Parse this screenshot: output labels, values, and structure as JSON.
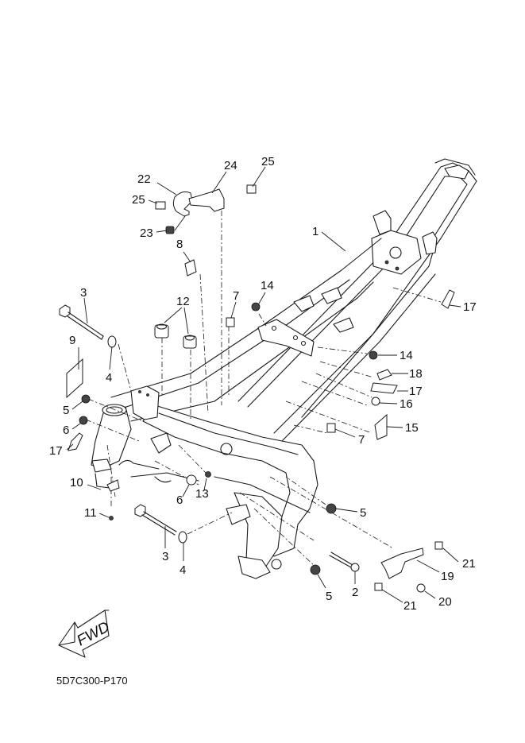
{
  "diagram": {
    "title": "Frame parts exploded view",
    "diagram_code": "5D7C300-P170",
    "direction_indicator": "FWD",
    "callouts": [
      {
        "id": "c1",
        "label": "1",
        "part": "frame body"
      },
      {
        "id": "c2",
        "label": "2",
        "part": "bolt"
      },
      {
        "id": "c3a",
        "label": "3",
        "part": "long bolt (upper)"
      },
      {
        "id": "c3b",
        "label": "3",
        "part": "long bolt (lower)"
      },
      {
        "id": "c4a",
        "label": "4",
        "part": "washer (upper)"
      },
      {
        "id": "c4b",
        "label": "4",
        "part": "washer (lower)"
      },
      {
        "id": "c5a",
        "label": "5",
        "part": "nut (left)"
      },
      {
        "id": "c5b",
        "label": "5",
        "part": "nut (right upper)"
      },
      {
        "id": "c5c",
        "label": "5",
        "part": "nut (right lower)"
      },
      {
        "id": "c6a",
        "label": "6",
        "part": "collar (left)"
      },
      {
        "id": "c6b",
        "label": "6",
        "part": "cap"
      },
      {
        "id": "c7a",
        "label": "7",
        "part": "clip nut (upper)"
      },
      {
        "id": "c7b",
        "label": "7",
        "part": "clip nut (lower)"
      },
      {
        "id": "c8",
        "label": "8",
        "part": "clip"
      },
      {
        "id": "c9",
        "label": "9",
        "part": "label plate"
      },
      {
        "id": "c10",
        "label": "10",
        "part": "lead wire bracket"
      },
      {
        "id": "c11",
        "label": "11",
        "part": "screw"
      },
      {
        "id": "c12",
        "label": "12",
        "part": "collars"
      },
      {
        "id": "c13",
        "label": "13",
        "part": "nut"
      },
      {
        "id": "c14a",
        "label": "14",
        "part": "nut (upper)"
      },
      {
        "id": "c14b",
        "label": "14",
        "part": "nut (right)"
      },
      {
        "id": "c15",
        "label": "15",
        "part": "bracket"
      },
      {
        "id": "c16",
        "label": "16",
        "part": "bolt"
      },
      {
        "id": "c17a",
        "label": "17",
        "part": "pad (rear)"
      },
      {
        "id": "c17b",
        "label": "17",
        "part": "pad (mid)"
      },
      {
        "id": "c17c",
        "label": "17",
        "part": "pad (front)"
      },
      {
        "id": "c18",
        "label": "18",
        "part": "pad"
      },
      {
        "id": "c19",
        "label": "19",
        "part": "stay"
      },
      {
        "id": "c20",
        "label": "20",
        "part": "bolt"
      },
      {
        "id": "c21a",
        "label": "21",
        "part": "clip nut (right)"
      },
      {
        "id": "c21b",
        "label": "21",
        "part": "clip nut (lower)"
      },
      {
        "id": "c22",
        "label": "22",
        "part": "bracket"
      },
      {
        "id": "c23",
        "label": "23",
        "part": "damper"
      },
      {
        "id": "c24",
        "label": "24",
        "part": "bracket"
      },
      {
        "id": "c25a",
        "label": "25",
        "part": "clip nut (left)"
      },
      {
        "id": "c25b",
        "label": "25",
        "part": "clip nut (right)"
      }
    ]
  }
}
